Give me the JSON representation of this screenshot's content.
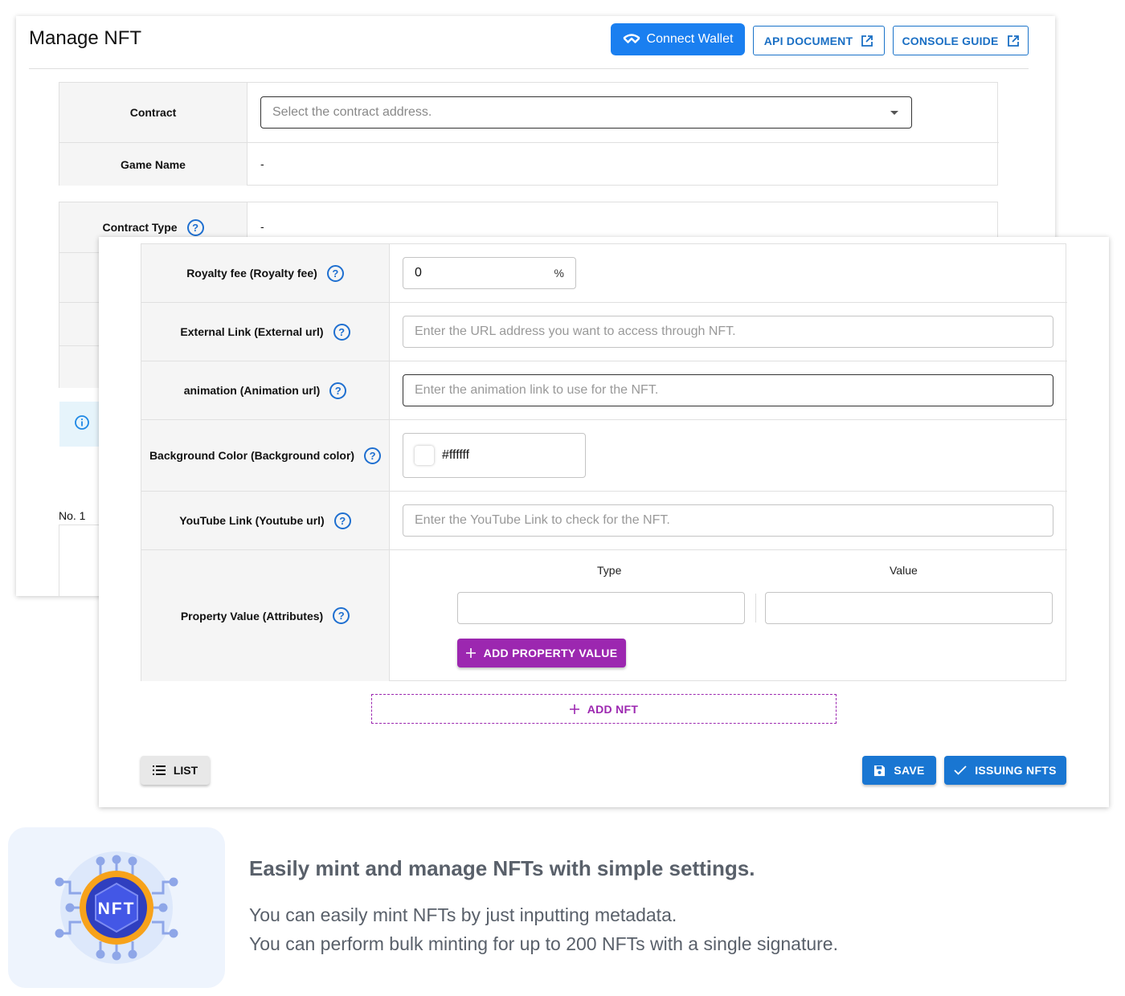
{
  "manage": {
    "title": "Manage NFT",
    "connect_wallet": "Connect Wallet",
    "api_document": "API DOCUMENT",
    "console_guide": "CONSOLE GUIDE",
    "contract_label": "Contract",
    "contract_placeholder": "Select the contract address.",
    "game_name_label": "Game Name",
    "game_name_value": "-",
    "contract_type_label": "Contract Type",
    "contract_type_value": "-",
    "no_label": "No. 1"
  },
  "form": {
    "royalty_label": "Royalty fee (Royalty fee)",
    "royalty_value": "0",
    "royalty_unit": "%",
    "external_label": "External Link (External url)",
    "external_placeholder": "Enter the URL address you want to access through NFT.",
    "animation_label": "animation (Animation url)",
    "animation_placeholder": "Enter the animation link to use for the NFT.",
    "bg_label": "Background Color (Background color)",
    "bg_value": "#ffffff",
    "youtube_label": "YouTube Link (Youtube url)",
    "youtube_placeholder": "Enter the YouTube Link to check for the NFT.",
    "property_label": "Property Value (Attributes)",
    "type_header": "Type",
    "value_header": "Value",
    "add_property": "ADD PROPERTY VALUE",
    "add_nft": "ADD NFT",
    "list": "LIST",
    "save": "SAVE",
    "issuing": "ISSUING NFTS",
    "help_glyph": "?"
  },
  "feature": {
    "badge": "NFT",
    "title": "Easily mint and manage NFTs with simple settings.",
    "line1": "You can easily mint NFTs by just inputting metadata.",
    "line2": "You can perform bulk minting for up to 200 NFTs with a single signature."
  },
  "colors": {
    "primary_blue": "#1976d2",
    "connect_blue": "#1a7ff0",
    "purple": "#9c27b0",
    "label_bg": "#f5f5f5"
  }
}
